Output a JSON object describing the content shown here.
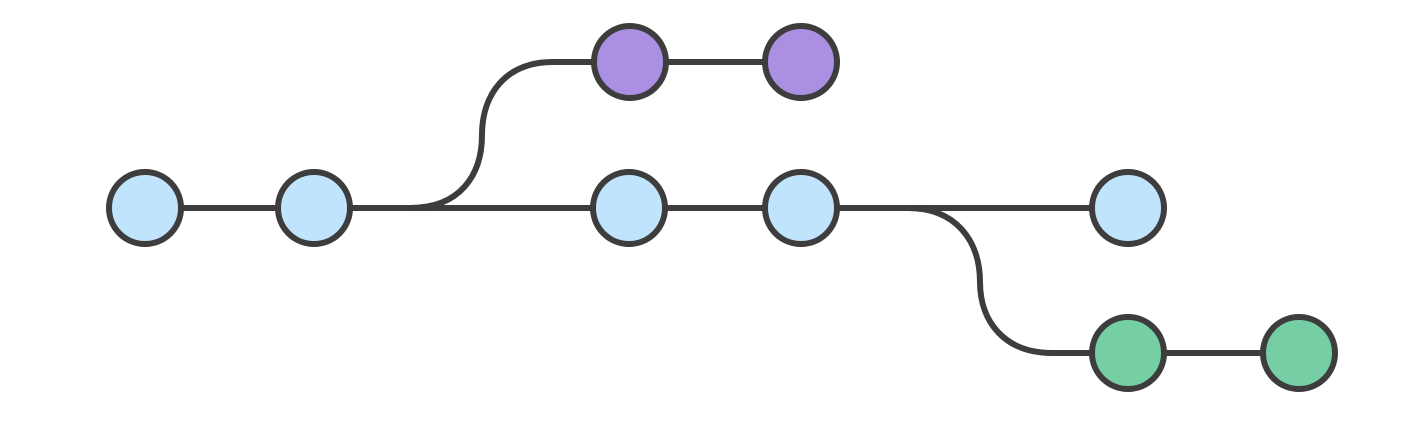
{
  "diagram": {
    "type": "git-branch-graph",
    "colors": {
      "stroke": "#3d3d3d",
      "background": "#ffffff"
    },
    "branches": [
      {
        "id": "main",
        "color": "#c0e4fb"
      },
      {
        "id": "feature-top",
        "color": "#aa8fe3"
      },
      {
        "id": "feature-bottom",
        "color": "#76cfa4"
      }
    ],
    "commits": [
      {
        "id": "c1",
        "branch": "main"
      },
      {
        "id": "c2",
        "branch": "main"
      },
      {
        "id": "c3",
        "branch": "main"
      },
      {
        "id": "c4",
        "branch": "main"
      },
      {
        "id": "c5",
        "branch": "main"
      },
      {
        "id": "t1",
        "branch": "feature-top"
      },
      {
        "id": "t2",
        "branch": "feature-top"
      },
      {
        "id": "b1",
        "branch": "feature-bottom"
      },
      {
        "id": "b2",
        "branch": "feature-bottom"
      }
    ],
    "edges": [
      {
        "from": "c1",
        "to": "c2"
      },
      {
        "from": "c2",
        "to": "c3"
      },
      {
        "from": "c3",
        "to": "c4"
      },
      {
        "from": "c4",
        "to": "c5"
      },
      {
        "from": "c2",
        "to": "t1"
      },
      {
        "from": "t1",
        "to": "t2"
      },
      {
        "from": "c4",
        "to": "b1"
      },
      {
        "from": "b1",
        "to": "b2"
      }
    ]
  }
}
